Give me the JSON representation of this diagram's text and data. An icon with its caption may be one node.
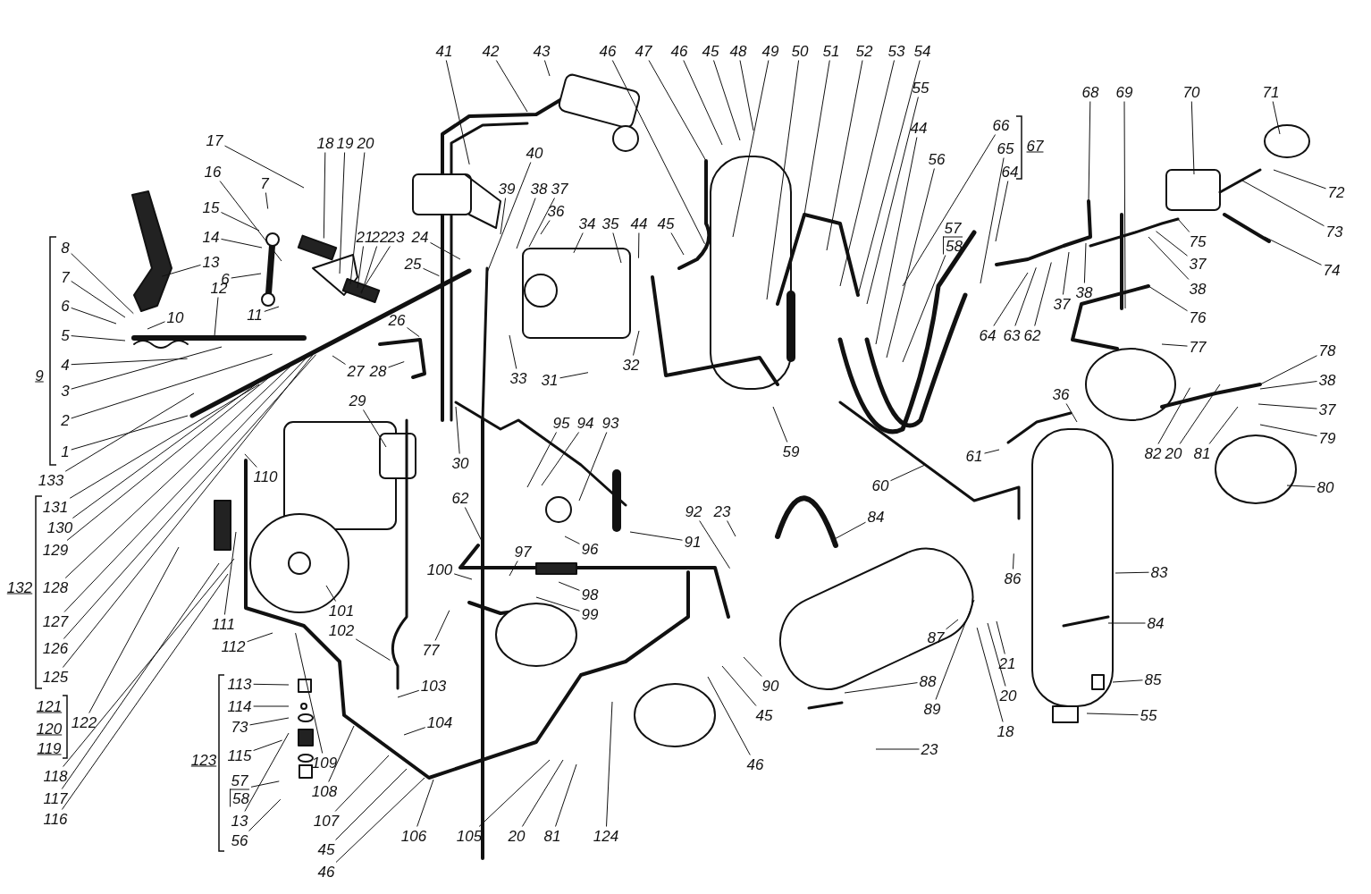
{
  "diagram": {
    "nodes": [
      {
        "text": [
          "8"
        ]
      },
      {
        "text": [
          "7"
        ]
      },
      {
        "text": [
          "6"
        ]
      },
      {
        "text": [
          "5"
        ]
      },
      {
        "text": [
          "4"
        ]
      },
      {
        "text": [
          "3"
        ]
      },
      {
        "text": [
          "2"
        ]
      },
      {
        "text": [
          "1"
        ]
      },
      {
        "text": [
          "133"
        ]
      },
      {
        "text": [
          "131"
        ]
      },
      {
        "text": [
          "130"
        ]
      },
      {
        "text": [
          "129"
        ]
      },
      {
        "text": [
          "128"
        ]
      },
      {
        "text": [
          "127"
        ]
      },
      {
        "text": [
          "126"
        ]
      },
      {
        "text": [
          "125"
        ]
      },
      {
        "text": [
          "122"
        ]
      },
      {
        "text": [
          "118"
        ]
      },
      {
        "text": [
          "117"
        ]
      },
      {
        "text": [
          "116"
        ]
      },
      {
        "text": [
          "113"
        ]
      },
      {
        "text": [
          "114"
        ]
      },
      {
        "text": [
          "73"
        ]
      },
      {
        "text": [
          "115"
        ]
      },
      {
        "text": [
          "57",
          "58"
        ]
      },
      {
        "text": [
          "13"
        ]
      },
      {
        "text": [
          "56"
        ]
      },
      {
        "text": [
          "17"
        ]
      },
      {
        "text": [
          "16"
        ]
      },
      {
        "text": [
          "15"
        ]
      },
      {
        "text": [
          "7"
        ]
      },
      {
        "text": [
          "14"
        ]
      },
      {
        "text": [
          "13"
        ]
      },
      {
        "text": [
          "12"
        ]
      },
      {
        "text": [
          "6"
        ]
      },
      {
        "text": [
          "10"
        ]
      },
      {
        "text": [
          "11"
        ]
      },
      {
        "text": [
          "18"
        ]
      },
      {
        "text": [
          "19"
        ]
      },
      {
        "text": [
          "20"
        ]
      },
      {
        "text": [
          "21"
        ]
      },
      {
        "text": [
          "22"
        ]
      },
      {
        "text": [
          "23"
        ]
      },
      {
        "text": [
          "24"
        ]
      },
      {
        "text": [
          "25"
        ]
      },
      {
        "text": [
          "26"
        ]
      },
      {
        "text": [
          "27"
        ]
      },
      {
        "text": [
          "28"
        ]
      },
      {
        "text": [
          "110"
        ]
      },
      {
        "text": [
          "29"
        ]
      },
      {
        "text": [
          "111"
        ]
      },
      {
        "text": [
          "112"
        ]
      },
      {
        "text": [
          "101"
        ]
      },
      {
        "text": [
          "102"
        ]
      },
      {
        "text": [
          "103"
        ]
      },
      {
        "text": [
          "104"
        ]
      },
      {
        "text": [
          "109"
        ]
      },
      {
        "text": [
          "108"
        ]
      },
      {
        "text": [
          "107"
        ]
      },
      {
        "text": [
          "45"
        ]
      },
      {
        "text": [
          "46"
        ]
      },
      {
        "text": [
          "106"
        ]
      },
      {
        "text": [
          "105"
        ]
      },
      {
        "text": [
          "20"
        ]
      },
      {
        "text": [
          "81"
        ]
      },
      {
        "text": [
          "124"
        ]
      },
      {
        "text": [
          "41"
        ]
      },
      {
        "text": [
          "42"
        ]
      },
      {
        "text": [
          "43"
        ]
      },
      {
        "text": [
          "40"
        ]
      },
      {
        "text": [
          "39"
        ]
      },
      {
        "text": [
          "38"
        ]
      },
      {
        "text": [
          "37"
        ]
      },
      {
        "text": [
          "36"
        ]
      },
      {
        "text": [
          "34"
        ]
      },
      {
        "text": [
          "35"
        ]
      },
      {
        "text": [
          "44"
        ]
      },
      {
        "text": [
          "45"
        ]
      },
      {
        "text": [
          "33"
        ]
      },
      {
        "text": [
          "31"
        ]
      },
      {
        "text": [
          "32"
        ]
      },
      {
        "text": [
          "30"
        ]
      },
      {
        "text": [
          "95"
        ]
      },
      {
        "text": [
          "94"
        ]
      },
      {
        "text": [
          "93"
        ]
      },
      {
        "text": [
          "62"
        ]
      },
      {
        "text": [
          "96"
        ]
      },
      {
        "text": [
          "91"
        ]
      },
      {
        "text": [
          "97"
        ]
      },
      {
        "text": [
          "98"
        ]
      },
      {
        "text": [
          "99"
        ]
      },
      {
        "text": [
          "100"
        ]
      },
      {
        "text": [
          "77"
        ]
      },
      {
        "text": [
          "92"
        ]
      },
      {
        "text": [
          "23"
        ]
      },
      {
        "text": [
          "84"
        ]
      },
      {
        "text": [
          "90"
        ]
      },
      {
        "text": [
          "45"
        ]
      },
      {
        "text": [
          "46"
        ]
      },
      {
        "text": [
          "46"
        ]
      },
      {
        "text": [
          "47"
        ]
      },
      {
        "text": [
          "46"
        ]
      },
      {
        "text": [
          "45"
        ]
      },
      {
        "text": [
          "48"
        ]
      },
      {
        "text": [
          "49"
        ]
      },
      {
        "text": [
          "50"
        ]
      },
      {
        "text": [
          "51"
        ]
      },
      {
        "text": [
          "52"
        ]
      },
      {
        "text": [
          "53"
        ]
      },
      {
        "text": [
          "54"
        ]
      },
      {
        "text": [
          "55"
        ]
      },
      {
        "text": [
          "44"
        ]
      },
      {
        "text": [
          "56"
        ]
      },
      {
        "text": [
          "57",
          "58"
        ]
      },
      {
        "text": [
          "59"
        ]
      },
      {
        "text": [
          "60"
        ]
      },
      {
        "text": [
          "61"
        ]
      },
      {
        "text": [
          "66"
        ]
      },
      {
        "text": [
          "65"
        ]
      },
      {
        "text": [
          "64"
        ]
      },
      {
        "text": [
          "64"
        ]
      },
      {
        "text": [
          "63"
        ]
      },
      {
        "text": [
          "62"
        ]
      },
      {
        "text": [
          "37"
        ]
      },
      {
        "text": [
          "38"
        ]
      },
      {
        "text": [
          "68"
        ]
      },
      {
        "text": [
          "69"
        ]
      },
      {
        "text": [
          "70"
        ]
      },
      {
        "text": [
          "71"
        ]
      },
      {
        "text": [
          "72"
        ]
      },
      {
        "text": [
          "73"
        ]
      },
      {
        "text": [
          "74"
        ]
      },
      {
        "text": [
          "75"
        ]
      },
      {
        "text": [
          "37"
        ]
      },
      {
        "text": [
          "38"
        ]
      },
      {
        "text": [
          "76"
        ]
      },
      {
        "text": [
          "77"
        ]
      },
      {
        "text": [
          "82"
        ]
      },
      {
        "text": [
          "20"
        ]
      },
      {
        "text": [
          "81"
        ]
      },
      {
        "text": [
          "78"
        ]
      },
      {
        "text": [
          "38"
        ]
      },
      {
        "text": [
          "37"
        ]
      },
      {
        "text": [
          "79"
        ]
      },
      {
        "text": [
          "80"
        ]
      },
      {
        "text": [
          "36"
        ]
      },
      {
        "text": [
          "83"
        ]
      },
      {
        "text": [
          "84"
        ]
      },
      {
        "text": [
          "85"
        ]
      },
      {
        "text": [
          "55"
        ]
      },
      {
        "text": [
          "86"
        ]
      },
      {
        "text": [
          "87"
        ]
      },
      {
        "text": [
          "88"
        ]
      },
      {
        "text": [
          "89"
        ]
      },
      {
        "text": [
          "21"
        ]
      },
      {
        "text": [
          "20"
        ]
      },
      {
        "text": [
          "18"
        ]
      },
      {
        "text": [
          "23"
        ]
      }
    ],
    "edges": [
      {
        "from": 0,
        "to": null,
        "arrow": "none"
      },
      {
        "from": 1,
        "to": null,
        "arrow": "none"
      },
      {
        "from": 2,
        "to": null,
        "arrow": "none"
      },
      {
        "from": 3,
        "to": null,
        "arrow": "none"
      },
      {
        "from": 4,
        "to": null,
        "arrow": "none"
      },
      {
        "from": 5,
        "to": null,
        "arrow": "none"
      },
      {
        "from": 6,
        "to": null,
        "arrow": "none"
      },
      {
        "from": 7,
        "to": null,
        "arrow": "none"
      },
      {
        "from": 8,
        "to": null,
        "arrow": "none"
      },
      {
        "from": 9,
        "to": null,
        "arrow": "none"
      },
      {
        "from": 10,
        "to": null,
        "arrow": "none"
      },
      {
        "from": 11,
        "to": null,
        "arrow": "none"
      },
      {
        "from": 12,
        "to": null,
        "arrow": "none"
      },
      {
        "from": 13,
        "to": null,
        "arrow": "none"
      },
      {
        "from": 14,
        "to": null,
        "arrow": "none"
      },
      {
        "from": 15,
        "to": null,
        "arrow": "none"
      },
      {
        "from": 16,
        "to": null,
        "arrow": "none"
      },
      {
        "from": 17,
        "to": null,
        "arrow": "none"
      },
      {
        "from": 18,
        "to": null,
        "arrow": "none"
      },
      {
        "from": 19,
        "to": null,
        "arrow": "none"
      },
      {
        "from": 20,
        "to": null,
        "arrow": "none"
      },
      {
        "from": 21,
        "to": null,
        "arrow": "none"
      },
      {
        "from": 22,
        "to": null,
        "arrow": "none"
      },
      {
        "from": 23,
        "to": null,
        "arrow": "none"
      },
      {
        "from": 24,
        "to": null,
        "arrow": "none"
      },
      {
        "from": 25,
        "to": null,
        "arrow": "none"
      },
      {
        "from": 26,
        "to": null,
        "arrow": "none"
      },
      {
        "from": 27,
        "to": null,
        "arrow": "none"
      },
      {
        "from": 28,
        "to": null,
        "arrow": "none"
      },
      {
        "from": 29,
        "to": null,
        "arrow": "none"
      },
      {
        "from": 30,
        "to": null,
        "arrow": "none"
      },
      {
        "from": 31,
        "to": null,
        "arrow": "none"
      },
      {
        "from": 32,
        "to": null,
        "arrow": "none"
      },
      {
        "from": 33,
        "to": null,
        "arrow": "none"
      },
      {
        "from": 34,
        "to": null,
        "arrow": "none"
      },
      {
        "from": 35,
        "to": null,
        "arrow": "none"
      },
      {
        "from": 36,
        "to": null,
        "arrow": "none"
      },
      {
        "from": 37,
        "to": null,
        "arrow": "none"
      },
      {
        "from": 38,
        "to": null,
        "arrow": "none"
      },
      {
        "from": 39,
        "to": null,
        "arrow": "none"
      },
      {
        "from": 40,
        "to": null,
        "arrow": "none"
      },
      {
        "from": 41,
        "to": null,
        "arrow": "none"
      },
      {
        "from": 42,
        "to": null,
        "arrow": "none"
      },
      {
        "from": 43,
        "to": null,
        "arrow": "none"
      },
      {
        "from": 44,
        "to": null,
        "arrow": "none"
      },
      {
        "from": 45,
        "to": null,
        "arrow": "none"
      },
      {
        "from": 46,
        "to": null,
        "arrow": "none"
      },
      {
        "from": 47,
        "to": null,
        "arrow": "none"
      },
      {
        "from": 48,
        "to": null,
        "arrow": "none"
      },
      {
        "from": 49,
        "to": null,
        "arrow": "none"
      },
      {
        "from": 50,
        "to": null,
        "arrow": "none"
      },
      {
        "from": 51,
        "to": null,
        "arrow": "none"
      },
      {
        "from": 52,
        "to": null,
        "arrow": "none"
      },
      {
        "from": 53,
        "to": null,
        "arrow": "none"
      },
      {
        "from": 54,
        "to": null,
        "arrow": "none"
      },
      {
        "from": 55,
        "to": null,
        "arrow": "none"
      },
      {
        "from": 56,
        "to": null,
        "arrow": "none"
      },
      {
        "from": 57,
        "to": null,
        "arrow": "none"
      },
      {
        "from": 58,
        "to": null,
        "arrow": "none"
      },
      {
        "from": 59,
        "to": null,
        "arrow": "none"
      },
      {
        "from": 60,
        "to": null,
        "arrow": "none"
      },
      {
        "from": 61,
        "to": null,
        "arrow": "none"
      },
      {
        "from": 62,
        "to": null,
        "arrow": "none"
      },
      {
        "from": 63,
        "to": null,
        "arrow": "none"
      },
      {
        "from": 64,
        "to": null,
        "arrow": "none"
      },
      {
        "from": 65,
        "to": null,
        "arrow": "none"
      },
      {
        "from": 66,
        "to": null,
        "arrow": "none"
      },
      {
        "from": 67,
        "to": null,
        "arrow": "none"
      },
      {
        "from": 68,
        "to": null,
        "arrow": "none"
      },
      {
        "from": 69,
        "to": null,
        "arrow": "none"
      },
      {
        "from": 70,
        "to": null,
        "arrow": "none"
      },
      {
        "from": 71,
        "to": null,
        "arrow": "none"
      },
      {
        "from": 72,
        "to": null,
        "arrow": "none"
      },
      {
        "from": 73,
        "to": null,
        "arrow": "none"
      },
      {
        "from": 74,
        "to": null,
        "arrow": "none"
      },
      {
        "from": 75,
        "to": null,
        "arrow": "none"
      },
      {
        "from": 76,
        "to": null,
        "arrow": "none"
      },
      {
        "from": 77,
        "to": null,
        "arrow": "none"
      },
      {
        "from": 78,
        "to": null,
        "arrow": "none"
      },
      {
        "from": 79,
        "to": null,
        "arrow": "none"
      },
      {
        "from": 80,
        "to": null,
        "arrow": "none"
      },
      {
        "from": 81,
        "to": null,
        "arrow": "none"
      },
      {
        "from": 82,
        "to": null,
        "arrow": "none"
      },
      {
        "from": 83,
        "to": null,
        "arrow": "none"
      },
      {
        "from": 84,
        "to": null,
        "arrow": "none"
      },
      {
        "from": 85,
        "to": null,
        "arrow": "none"
      },
      {
        "from": 86,
        "to": null,
        "arrow": "none"
      },
      {
        "from": 87,
        "to": null,
        "arrow": "none"
      },
      {
        "from": 88,
        "to": null,
        "arrow": "none"
      },
      {
        "from": 89,
        "to": null,
        "arrow": "none"
      },
      {
        "from": 90,
        "to": null,
        "arrow": "none"
      },
      {
        "from": 91,
        "to": null,
        "arrow": "none"
      },
      {
        "from": 92,
        "to": null,
        "arrow": "none"
      },
      {
        "from": 93,
        "to": null,
        "arrow": "none"
      },
      {
        "from": 94,
        "to": null,
        "arrow": "none"
      },
      {
        "from": 95,
        "to": null,
        "arrow": "none"
      },
      {
        "from": 96,
        "to": null,
        "arrow": "none"
      },
      {
        "from": 97,
        "to": null,
        "arrow": "none"
      },
      {
        "from": 98,
        "to": null,
        "arrow": "none"
      },
      {
        "from": 99,
        "to": null,
        "arrow": "none"
      },
      {
        "from": 100,
        "to": null,
        "arrow": "none"
      },
      {
        "from": 101,
        "to": null,
        "arrow": "none"
      },
      {
        "from": 102,
        "to": null,
        "arrow": "none"
      },
      {
        "from": 103,
        "to": null,
        "arrow": "none"
      },
      {
        "from": 104,
        "to": null,
        "arrow": "none"
      },
      {
        "from": 105,
        "to": null,
        "arrow": "none"
      },
      {
        "from": 106,
        "to": null,
        "arrow": "none"
      },
      {
        "from": 107,
        "to": null,
        "arrow": "none"
      },
      {
        "from": 108,
        "to": null,
        "arrow": "none"
      },
      {
        "from": 109,
        "to": null,
        "arrow": "none"
      },
      {
        "from": 110,
        "to": null,
        "arrow": "none"
      },
      {
        "from": 111,
        "to": null,
        "arrow": "none"
      },
      {
        "from": 112,
        "to": null,
        "arrow": "none"
      },
      {
        "from": 113,
        "to": null,
        "arrow": "none"
      },
      {
        "from": 114,
        "to": null,
        "arrow": "none"
      },
      {
        "from": 115,
        "to": null,
        "arrow": "none"
      },
      {
        "from": 116,
        "to": null,
        "arrow": "none"
      },
      {
        "from": 117,
        "to": null,
        "arrow": "none"
      },
      {
        "from": 118,
        "to": null,
        "arrow": "none"
      },
      {
        "from": 119,
        "to": null,
        "arrow": "none"
      },
      {
        "from": 120,
        "to": null,
        "arrow": "none"
      },
      {
        "from": 121,
        "to": null,
        "arrow": "none"
      },
      {
        "from": 122,
        "to": null,
        "arrow": "none"
      },
      {
        "from": 123,
        "to": null,
        "arrow": "none"
      },
      {
        "from": 124,
        "to": null,
        "arrow": "none"
      },
      {
        "from": 125,
        "to": null,
        "arrow": "none"
      },
      {
        "from": 126,
        "to": null,
        "arrow": "none"
      },
      {
        "from": 127,
        "to": null,
        "arrow": "none"
      },
      {
        "from": 128,
        "to": null,
        "arrow": "none"
      },
      {
        "from": 129,
        "to": null,
        "arrow": "none"
      },
      {
        "from": 130,
        "to": null,
        "arrow": "none"
      },
      {
        "from": 131,
        "to": null,
        "arrow": "none"
      },
      {
        "from": 132,
        "to": null,
        "arrow": "none"
      },
      {
        "from": 133,
        "to": null,
        "arrow": "none"
      },
      {
        "from": 134,
        "to": null,
        "arrow": "none"
      },
      {
        "from": 135,
        "to": null,
        "arrow": "none"
      },
      {
        "from": 136,
        "to": null,
        "arrow": "none"
      },
      {
        "from": 137,
        "to": null,
        "arrow": "none"
      },
      {
        "from": 138,
        "to": null,
        "arrow": "none"
      },
      {
        "from": 139,
        "to": null,
        "arrow": "none"
      },
      {
        "from": 140,
        "to": null,
        "arrow": "none"
      },
      {
        "from": 141,
        "to": null,
        "arrow": "none"
      },
      {
        "from": 142,
        "to": null,
        "arrow": "none"
      },
      {
        "from": 143,
        "to": null,
        "arrow": "none"
      },
      {
        "from": 144,
        "to": null,
        "arrow": "none"
      },
      {
        "from": 145,
        "to": null,
        "arrow": "none"
      },
      {
        "from": 146,
        "to": null,
        "arrow": "none"
      },
      {
        "from": 147,
        "to": null,
        "arrow": "none"
      },
      {
        "from": 148,
        "to": null,
        "arrow": "none"
      },
      {
        "from": 149,
        "to": null,
        "arrow": "none"
      },
      {
        "from": 150,
        "to": null,
        "arrow": "none"
      },
      {
        "from": 151,
        "to": null,
        "arrow": "none"
      },
      {
        "from": 152,
        "to": null,
        "arrow": "none"
      },
      {
        "from": 153,
        "to": null,
        "arrow": "none"
      },
      {
        "from": 154,
        "to": null,
        "arrow": "none"
      },
      {
        "from": 155,
        "to": null,
        "arrow": "none"
      },
      {
        "from": 156,
        "to": null,
        "arrow": "none"
      },
      {
        "from": 157,
        "to": null,
        "arrow": "none"
      }
    ],
    "labels": [
      "9",
      "132",
      "121",
      "120",
      "119",
      "123",
      "67"
    ]
  }
}
